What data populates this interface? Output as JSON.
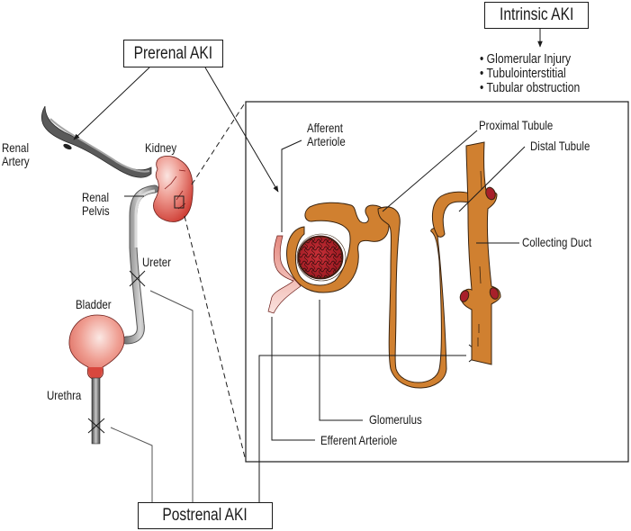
{
  "title": "Acute Kidney Injury (AKI) classification diagram",
  "categories": {
    "prerenal": "Prerenal AKI",
    "intrinsic": "Intrinsic AKI",
    "postrenal": "Postrenal AKI"
  },
  "intrinsic_causes": [
    "Glomerular Injury",
    "Tubulointerstitial",
    "Tubular obstruction"
  ],
  "bullet_glyph": "•",
  "anatomy_labels": {
    "renal_artery": [
      "Renal",
      "Artery"
    ],
    "kidney": "Kidney",
    "renal_pelvis": [
      "Renal",
      "Pelvis"
    ],
    "ureter": "Ureter",
    "bladder": "Bladder",
    "urethra": "Urethra"
  },
  "nephron_labels": {
    "afferent_arteriole": [
      "Afferent",
      "Arteriole"
    ],
    "proximal_tubule": "Proximal Tubule",
    "distal_tubule": "Distal Tubule",
    "collecting_duct": "Collecting Duct",
    "glomerulus": "Glomerulus",
    "efferent_arteriole": "Efferent Arteriole"
  },
  "colors": {
    "tubule": "#d08030",
    "tubule_outline": "#3a2410",
    "glomerulus": "#b0222a",
    "kidney": "#e0655a",
    "vessel_dark": "#555555",
    "ureter": "#9a9a9a",
    "line": "#1a1a1a"
  }
}
